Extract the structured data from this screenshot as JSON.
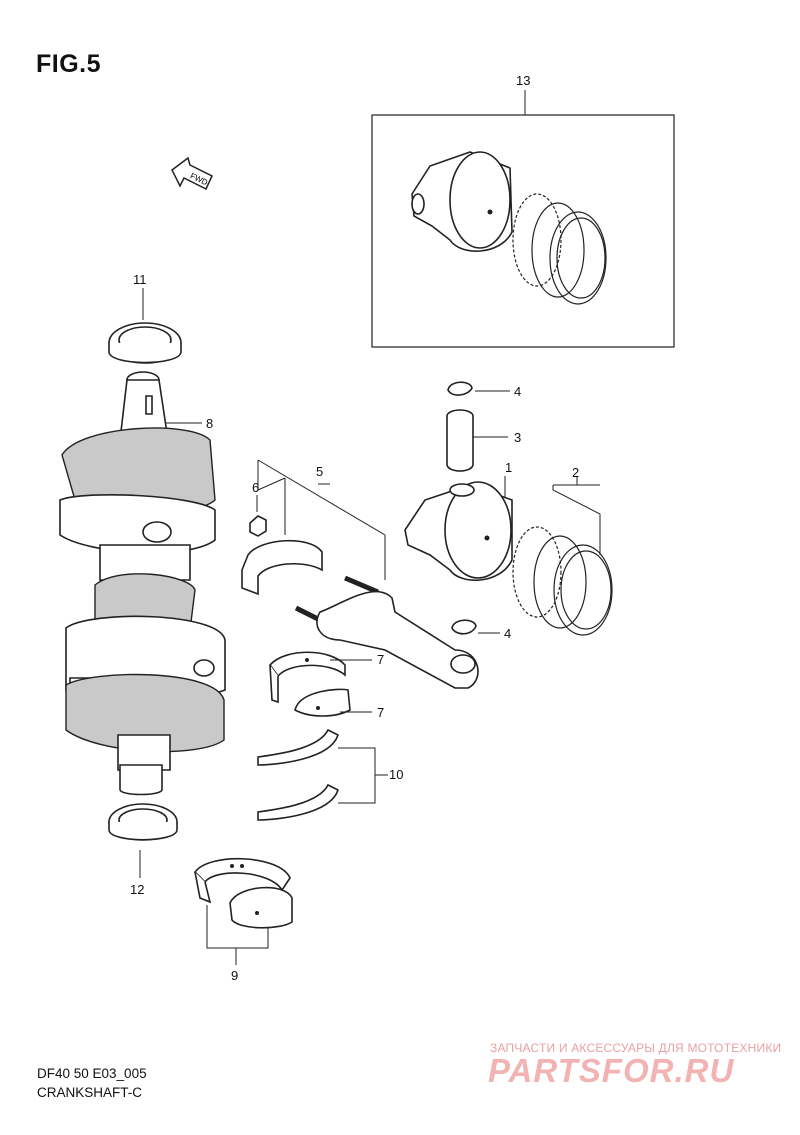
{
  "figure_title": "FIG.5",
  "fwd_label": "FWD",
  "callouts": [
    {
      "id": "c1",
      "label": "1"
    },
    {
      "id": "c2",
      "label": "2"
    },
    {
      "id": "c3",
      "label": "3"
    },
    {
      "id": "c4a",
      "label": "4"
    },
    {
      "id": "c4b",
      "label": "4"
    },
    {
      "id": "c5",
      "label": "5"
    },
    {
      "id": "c6",
      "label": "6"
    },
    {
      "id": "c7a",
      "label": "7"
    },
    {
      "id": "c7b",
      "label": "7"
    },
    {
      "id": "c8",
      "label": "8"
    },
    {
      "id": "c9",
      "label": "9"
    },
    {
      "id": "c10",
      "label": "10"
    },
    {
      "id": "c11",
      "label": "11"
    },
    {
      "id": "c12",
      "label": "12"
    },
    {
      "id": "c13",
      "label": "13"
    }
  ],
  "footer": {
    "code": "DF40 50 E03_005",
    "name": "CRANKSHAFT-C"
  },
  "watermark": {
    "tagline": "ЗАПЧАСТИ И АКСЕССУАРЫ ДЛЯ МОТОТЕХНИКИ",
    "logo": "PARTSFOR.RU",
    "color": "#f2b3b3"
  }
}
